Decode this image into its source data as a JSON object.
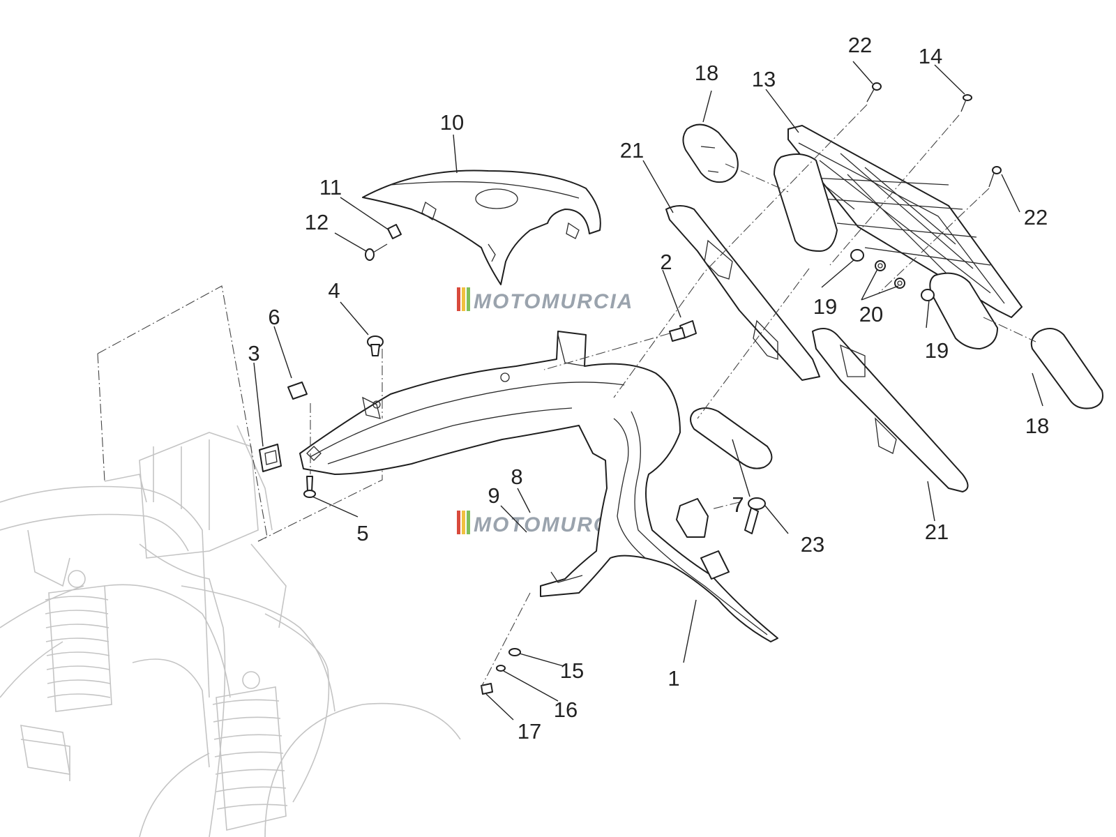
{
  "diagram": {
    "part_labels": [
      {
        "id": "1",
        "text": "1"
      },
      {
        "id": "2",
        "text": "2"
      },
      {
        "id": "3",
        "text": "3"
      },
      {
        "id": "4",
        "text": "4"
      },
      {
        "id": "5",
        "text": "5"
      },
      {
        "id": "6",
        "text": "6"
      },
      {
        "id": "7",
        "text": "7"
      },
      {
        "id": "8",
        "text": "8"
      },
      {
        "id": "9",
        "text": "9"
      },
      {
        "id": "10",
        "text": "10"
      },
      {
        "id": "11",
        "text": "11"
      },
      {
        "id": "12",
        "text": "12"
      },
      {
        "id": "13",
        "text": "13"
      },
      {
        "id": "14",
        "text": "14"
      },
      {
        "id": "15",
        "text": "15"
      },
      {
        "id": "16",
        "text": "16"
      },
      {
        "id": "17",
        "text": "17"
      },
      {
        "id": "18a",
        "text": "18"
      },
      {
        "id": "18b",
        "text": "18"
      },
      {
        "id": "19a",
        "text": "19"
      },
      {
        "id": "19b",
        "text": "19"
      },
      {
        "id": "20",
        "text": "20"
      },
      {
        "id": "21a",
        "text": "21"
      },
      {
        "id": "21b",
        "text": "21"
      },
      {
        "id": "22a",
        "text": "22"
      },
      {
        "id": "22b",
        "text": "22"
      },
      {
        "id": "23",
        "text": "23"
      }
    ],
    "watermark": {
      "text": "MOTOMURCIA",
      "color": "#9aa3ad",
      "stripe_colors": [
        "#d94a3c",
        "#f0c040",
        "#7fbf5a"
      ]
    }
  }
}
